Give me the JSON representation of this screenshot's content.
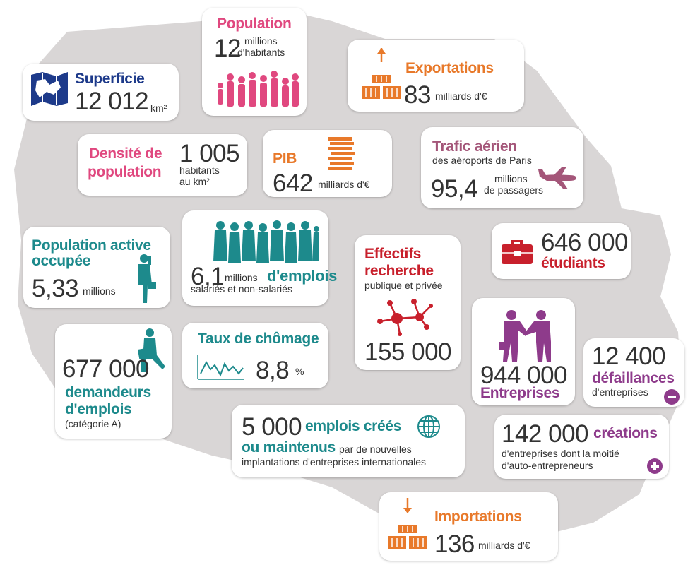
{
  "surface": {
    "label": "Superficie",
    "value": "12 012",
    "unit": "km²"
  },
  "population": {
    "label": "Population",
    "value": "12",
    "unit_line1": "millions",
    "unit_line2": "d'habitants"
  },
  "exports": {
    "label": "Exportations",
    "value": "83",
    "unit": "milliards d'€"
  },
  "density": {
    "label_line1": "Densité de",
    "label_line2": "population",
    "value": "1 005",
    "unit_line1": "habitants",
    "unit_line2": "au km²"
  },
  "gdp": {
    "label": "PIB",
    "value": "642",
    "unit": "milliards d'€"
  },
  "air_traffic": {
    "label": "Trafic aérien",
    "sub": "des aéroports de Paris",
    "value": "95,4",
    "unit_line1": "millions",
    "unit_line2": "de passagers"
  },
  "active_pop": {
    "label_line1": "Population active",
    "label_line2": "occupée",
    "value": "5,33",
    "unit": "millions"
  },
  "jobs": {
    "value": "6,1",
    "unit": "millions",
    "label": "d'emplois",
    "sub": "salariés et non-salariés"
  },
  "research": {
    "label_line1": "Effectifs",
    "label_line2": "recherche",
    "sub": "publique et privée",
    "value": "155 000"
  },
  "students": {
    "value": "646 000",
    "label": "étudiants"
  },
  "jobseekers": {
    "value": "677 000",
    "label_line1": "demandeurs",
    "label_line2": "d'emplois",
    "sub": "(catégorie A)"
  },
  "unemployment": {
    "label": "Taux de chômage",
    "value": "8,8",
    "unit": "%"
  },
  "companies": {
    "value": "944 000",
    "label": "Entreprises"
  },
  "failures": {
    "value": "12 400",
    "label": "défaillances",
    "sub": "d'entreprises"
  },
  "jobs_created": {
    "value": "5 000",
    "label_line1": "emplois créés",
    "label_line2": "ou maintenus",
    "sub_line1": "par de nouvelles",
    "sub_line2": "implantations d'entreprises internationales"
  },
  "creations": {
    "value": "142 000",
    "label": "créations",
    "sub_line1": "d'entreprises dont la moitié",
    "sub_line2": "d'auto-entrepreneurs"
  },
  "imports": {
    "label": "Importations",
    "value": "136",
    "unit": "milliards d'€"
  },
  "colors": {
    "map": "#d9d6d6",
    "navy": "#1d3a8a",
    "pink": "#e0487f",
    "orange": "#e8792a",
    "mauve": "#a45679",
    "teal": "#1d8a8c",
    "red": "#c8202c",
    "purple": "#8e3b8b"
  }
}
